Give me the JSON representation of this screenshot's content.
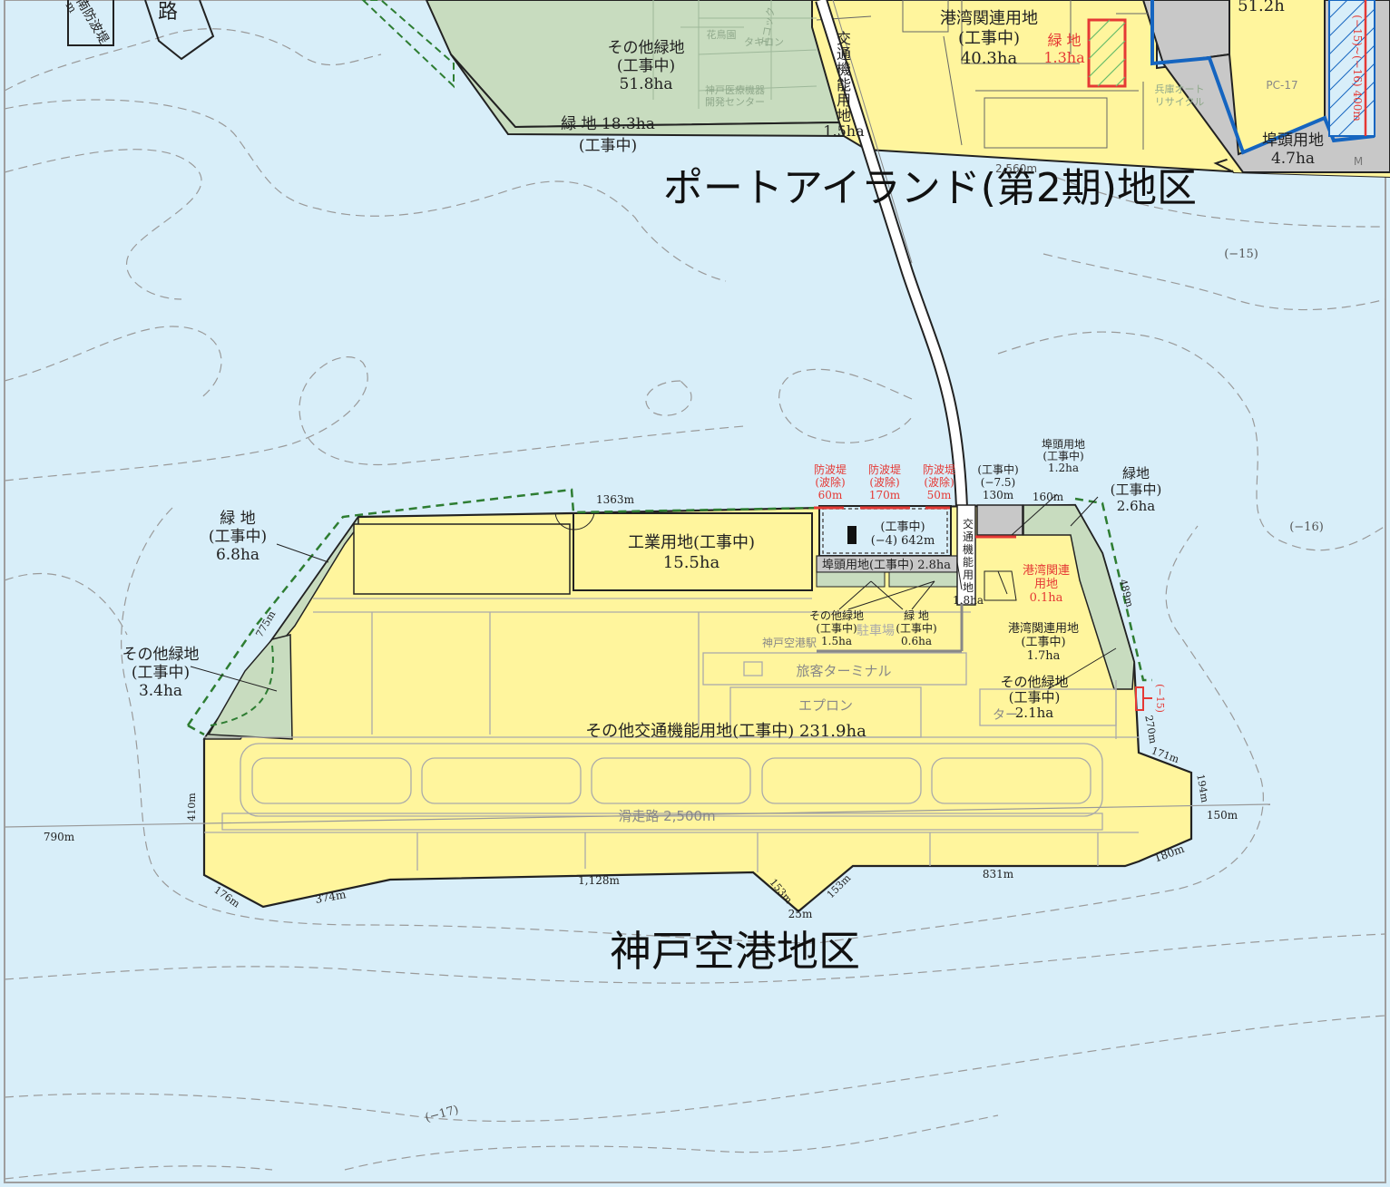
{
  "map": {
    "colors": {
      "sea": "#d8eef9",
      "land_yellow": "#fff59d",
      "green": "#c8dcbf",
      "gray": "#c8c8c8",
      "red": "#e53935",
      "blue": "#1565c0",
      "dark_green": "#2e7d32",
      "outline": "#222222"
    },
    "districts": {
      "port_island": "ポートアイランド(第2期)地区",
      "airport": "神戸空港地区"
    },
    "north": {
      "other_green_51": [
        "その他緑地",
        "(工事中)",
        "51.8ha"
      ],
      "green_183": [
        "緑 地 18.3ha",
        "(工事中)"
      ],
      "transport_15": [
        "交",
        "通",
        "機",
        "能",
        "用",
        "地",
        "1.5ha"
      ],
      "port_related_403": [
        "港湾関連用地",
        "(工事中)",
        "40.3ha"
      ],
      "green_13": [
        "緑 地",
        "1.3ha"
      ],
      "wharf_47": [
        "埠頭用地",
        "4.7ha"
      ],
      "pc17": "PC-17",
      "m_label": "M",
      "partial_512": "51.2h",
      "seawall_top_left": "南防波堤",
      "partial_road": "路",
      "partial_m": "m",
      "dist_2560": "2,560m",
      "depth_15": "(−15)",
      "blue_right_label": "(−15)~(−16) 400m",
      "faint": [
        "花鳥園",
        "タキロン",
        "エコック",
        "神戸医療機器",
        "開発センター",
        "兵庫オート",
        "リサイクル"
      ]
    },
    "airport": {
      "green_68": [
        "緑 地",
        "(工事中)",
        "6.8ha"
      ],
      "other_green_34": [
        "その他緑地",
        "(工事中)",
        "3.4ha"
      ],
      "industrial": [
        "工業用地(工事中)",
        "15.5ha"
      ],
      "len_1363": "1363m",
      "breakwater_60": [
        "防波堤",
        "(波除)",
        "60m"
      ],
      "breakwater_170": [
        "防波堤",
        "(波除)",
        "170m"
      ],
      "breakwater_50": [
        "防波堤",
        "(波除)",
        "50m"
      ],
      "under_construction_75": [
        "(工事中)",
        "(−7.5)",
        "130m"
      ],
      "len_160": "160m",
      "wharf_12": [
        "埠頭用地",
        "(工事中)",
        "1.2ha"
      ],
      "green_26": [
        "緑地",
        "(工事中)",
        "2.6ha"
      ],
      "quay_642": [
        "(工事中)",
        "(−4) 642m"
      ],
      "transport_18": [
        "交",
        "通",
        "機",
        "能",
        "用",
        "地",
        "1.8ha"
      ],
      "wharf_28": "埠頭用地(工事中) 2.8ha",
      "port_related_01": [
        "港湾関連",
        "用地",
        "0.1ha"
      ],
      "other_green_15": [
        "その他緑地",
        "(工事中)",
        "1.5ha"
      ],
      "green_06": [
        "緑 地",
        "(工事中)",
        "0.6ha"
      ],
      "port_related_17": [
        "港湾関連用地",
        "(工事中)",
        "1.7ha"
      ],
      "other_green_21": [
        "その他緑地",
        "(工事中)",
        "2.1ha"
      ],
      "station": "神戸空港駅",
      "parking": "駐車場",
      "terminal": "旅客ターミナル",
      "apron": "エプロン",
      "terminal_partial": "ター",
      "transport_main": "その他交通機能用地(工事中) 231.9ha",
      "runway": "滑走路 2,500m",
      "len_775": "775m",
      "len_489": "489m",
      "len_270": "270m",
      "len_171": "171m",
      "len_194": "194m",
      "len_150": "150m",
      "len_180": "180m",
      "len_831": "831m",
      "len_1128": "1,128m",
      "len_153a": "153m",
      "len_153b": "153m",
      "len_25": "25m",
      "len_374": "374m",
      "len_176": "176m",
      "len_410": "410m",
      "len_790": "790m",
      "depth_16": "(−16)",
      "depth_17": "(−17)",
      "depth_15_right": "(−15)"
    }
  }
}
